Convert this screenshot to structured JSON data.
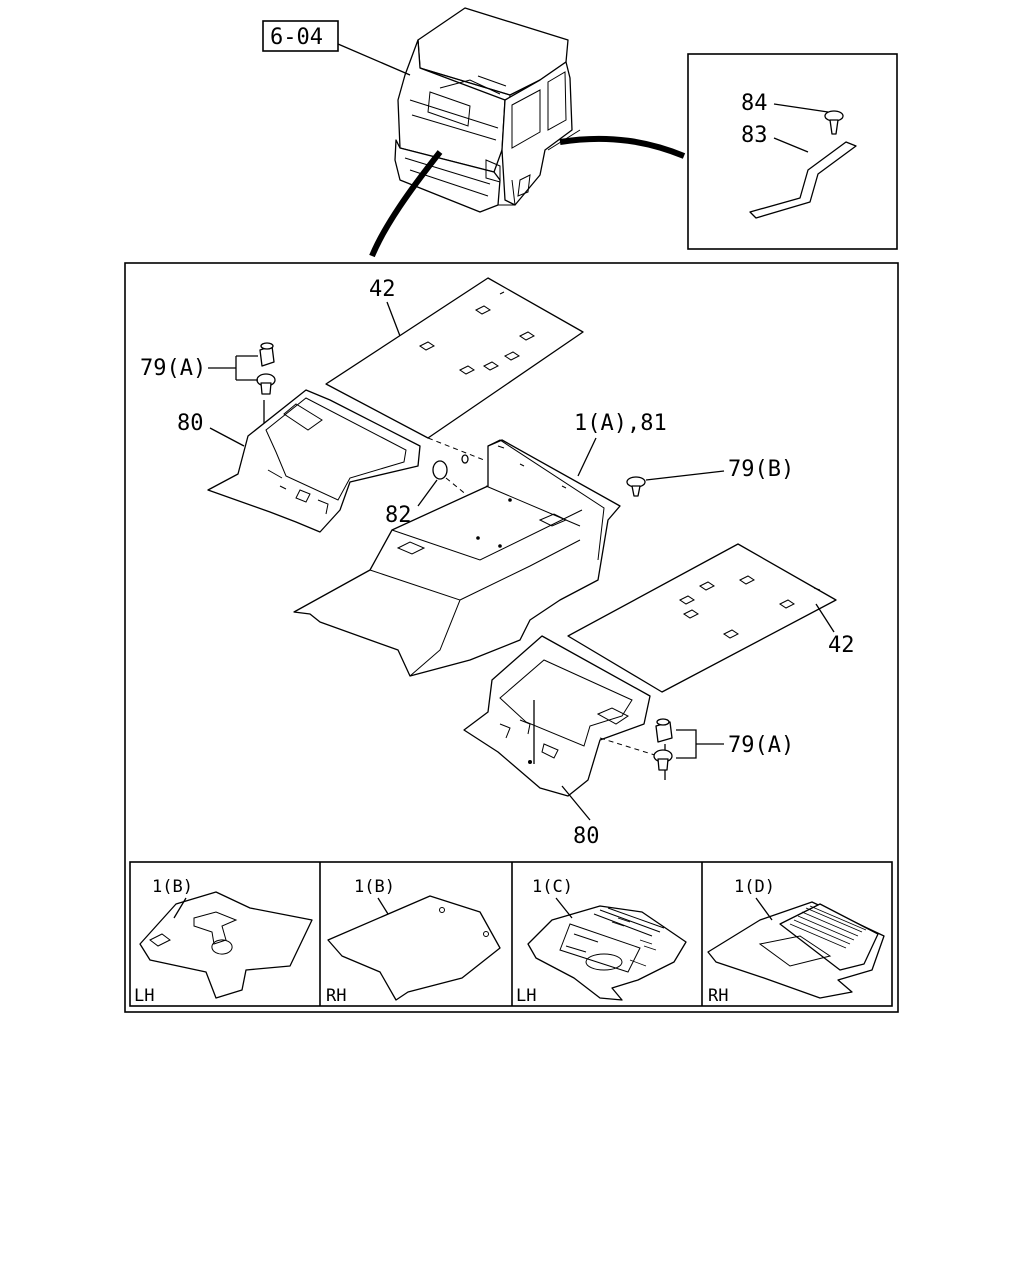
{
  "callouts": {
    "ref_box": "6-04",
    "detail_84": "84",
    "detail_83": "83",
    "p42_top": "42",
    "p79a_top": "79(A)",
    "p80_left": "80",
    "p1a81": "1(A),81",
    "p79b": "79(B)",
    "p82": "82",
    "p42_right": "42",
    "p79a_bottom": "79(A)",
    "p80_bottom": "80"
  },
  "variants": [
    {
      "part": "1(B)",
      "side": "LH"
    },
    {
      "part": "1(B)",
      "side": "RH"
    },
    {
      "part": "1(C)",
      "side": "LH"
    },
    {
      "part": "1(D)",
      "side": "RH"
    }
  ]
}
